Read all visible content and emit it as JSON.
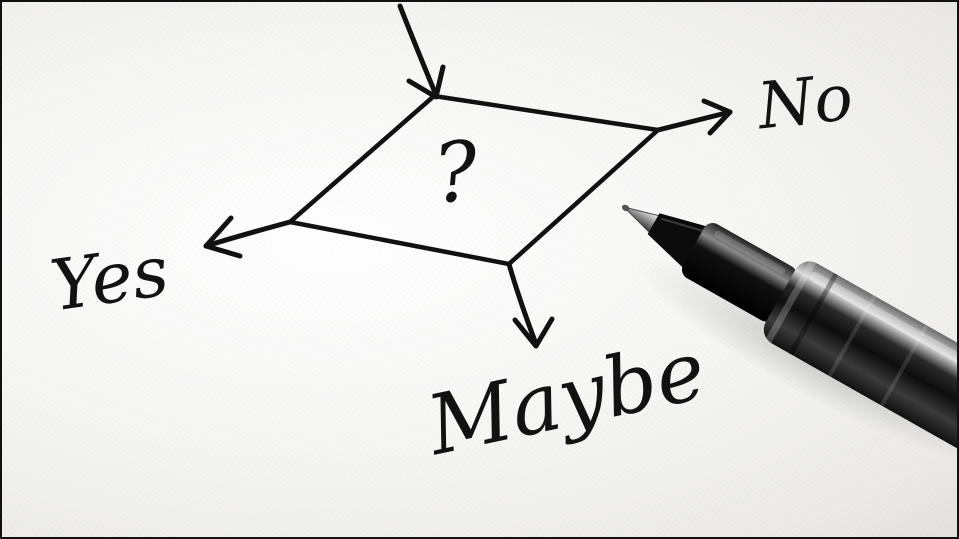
{
  "photo": {
    "symbol": "?",
    "labels": {
      "no": "No",
      "yes": "Yes",
      "maybe": "Maybe"
    },
    "icons": {
      "pen": "pen-icon",
      "diamond": "decision-diamond-icon"
    }
  }
}
